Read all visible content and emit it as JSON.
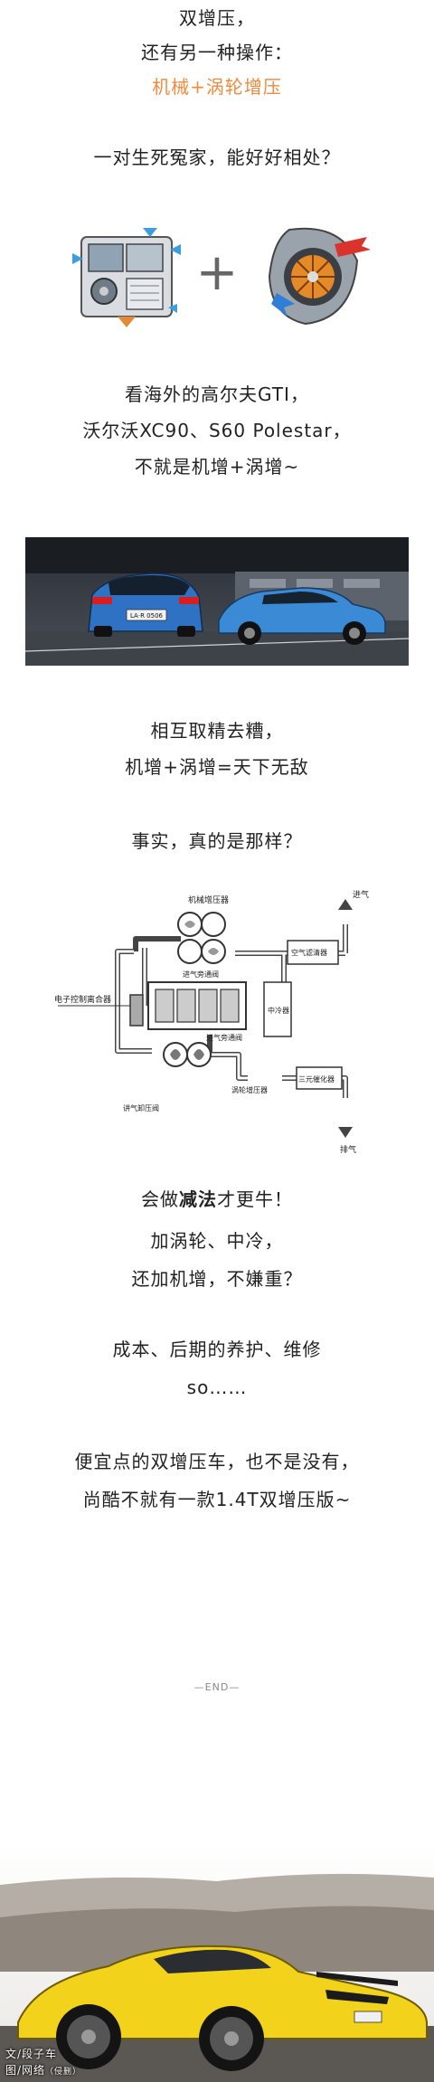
{
  "intro": {
    "line1": "双增压，",
    "line2": "还有另一种操作：",
    "highlight": "机械+涡轮增压"
  },
  "question": "一对生死冤家，能好好相处？",
  "plus_sign": "+",
  "examples": {
    "line1": "看海外的高尔夫GTI，",
    "line2": "沃尔沃XC90、S60 Polestar，",
    "line3": "不就是机增+涡增~"
  },
  "car_photo": {
    "plate": "LA·R 0506"
  },
  "combine": {
    "line1": "相互取精去糟，",
    "line2": "机增+涡增=天下无敌"
  },
  "doubt": "事实，真的是那样？",
  "diagram": {
    "labels": {
      "supercharger": "机械增压器",
      "intake_top": "进气",
      "air_filter": "空气滤清器",
      "clutch": "电子控制离合器",
      "intake_path_1": "进气旁通阀",
      "intake_path_2": "进气旁通阀",
      "intercooler": "中冷器",
      "catalyst": "三元催化器",
      "turbo": "涡轮增压器",
      "wastegate": "讲气卸压阀",
      "exhaust": "排气"
    }
  },
  "subtract": {
    "pre": "会做",
    "bold": "减法",
    "post": "才更牛！",
    "line2": "加涡轮、中冷，",
    "line3": "还加机增，不嫌重？"
  },
  "cost": {
    "line1": "成本、后期的养护、维修",
    "line2": "so……"
  },
  "cheap": {
    "line1": "便宜点的双增压车，也不是没有，",
    "line2": "尚酷不就有一款1.4T双增压版~"
  },
  "end_mark": "—END—",
  "credits": {
    "line1": "文/段子车",
    "line2_main": "图/网络",
    "line2_note": "（侵删）"
  }
}
